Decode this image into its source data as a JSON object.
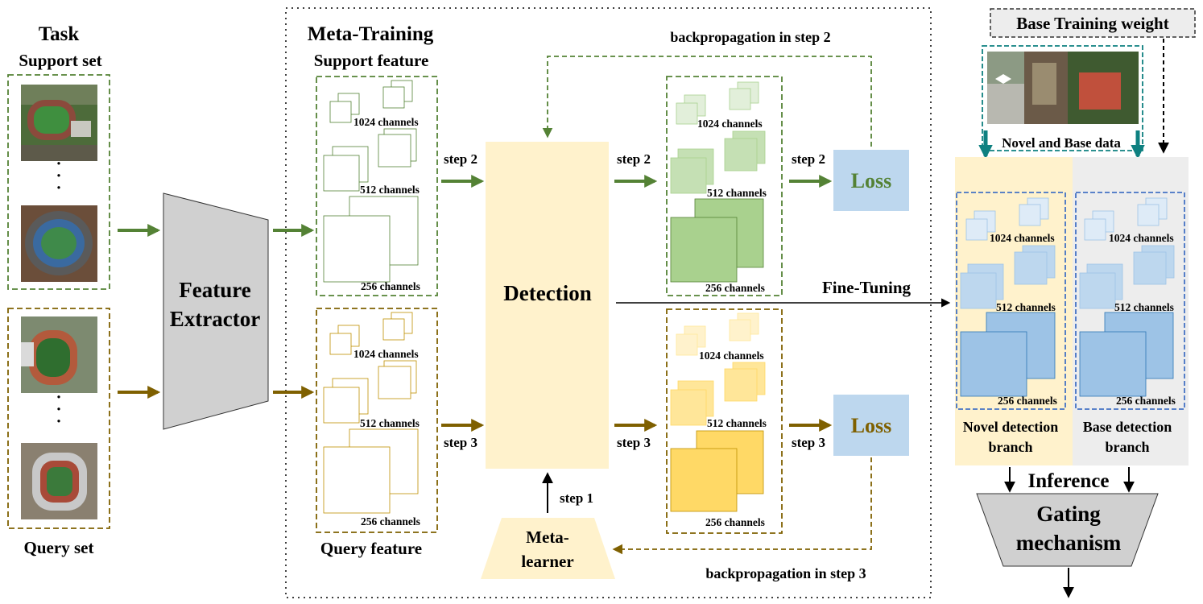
{
  "task": {
    "title": "Task",
    "support_set_label": "Support set",
    "query_set_label": "Query set",
    "ellipsis": "·"
  },
  "feature_extractor": {
    "line1": "Feature",
    "line2": "Extractor"
  },
  "meta_training": {
    "title": "Meta-Training",
    "support_feature_label": "Support feature",
    "query_feature_label": "Query feature"
  },
  "channels": {
    "c1024": "1024 channels",
    "c512": "512 channels",
    "c256": "256 channels"
  },
  "detection": {
    "label": "Detection"
  },
  "steps": {
    "step1": "step 1",
    "step2": "step 2",
    "step3": "step 3"
  },
  "loss": {
    "label": "Loss"
  },
  "backprop": {
    "step2": "backpropagation in step 2",
    "step3": "backpropagation in step 3"
  },
  "meta_learner": {
    "line1": "Meta-",
    "line2": "learner"
  },
  "fine_tuning": {
    "label": "Fine-Tuning"
  },
  "base_training_weight": {
    "label": "Base Training weight"
  },
  "novel_base_data": {
    "label": "Novel and Base data"
  },
  "branches": {
    "novel_line1": "Novel detection",
    "novel_line2": "branch",
    "base_line1": "Base detection",
    "base_line2": "branch"
  },
  "inference": {
    "label": "Inference"
  },
  "gating": {
    "line1": "Gating",
    "line2": "mechanism"
  },
  "colors": {
    "green": "#548235",
    "brown": "#7f6000",
    "detection_fill": "#fff2cc",
    "loss_fill": "#bdd7ee",
    "novel_panel": "#fff2cc",
    "base_panel": "#ededed",
    "blue_dash": "#4472c4",
    "teal": "#0e8080"
  }
}
